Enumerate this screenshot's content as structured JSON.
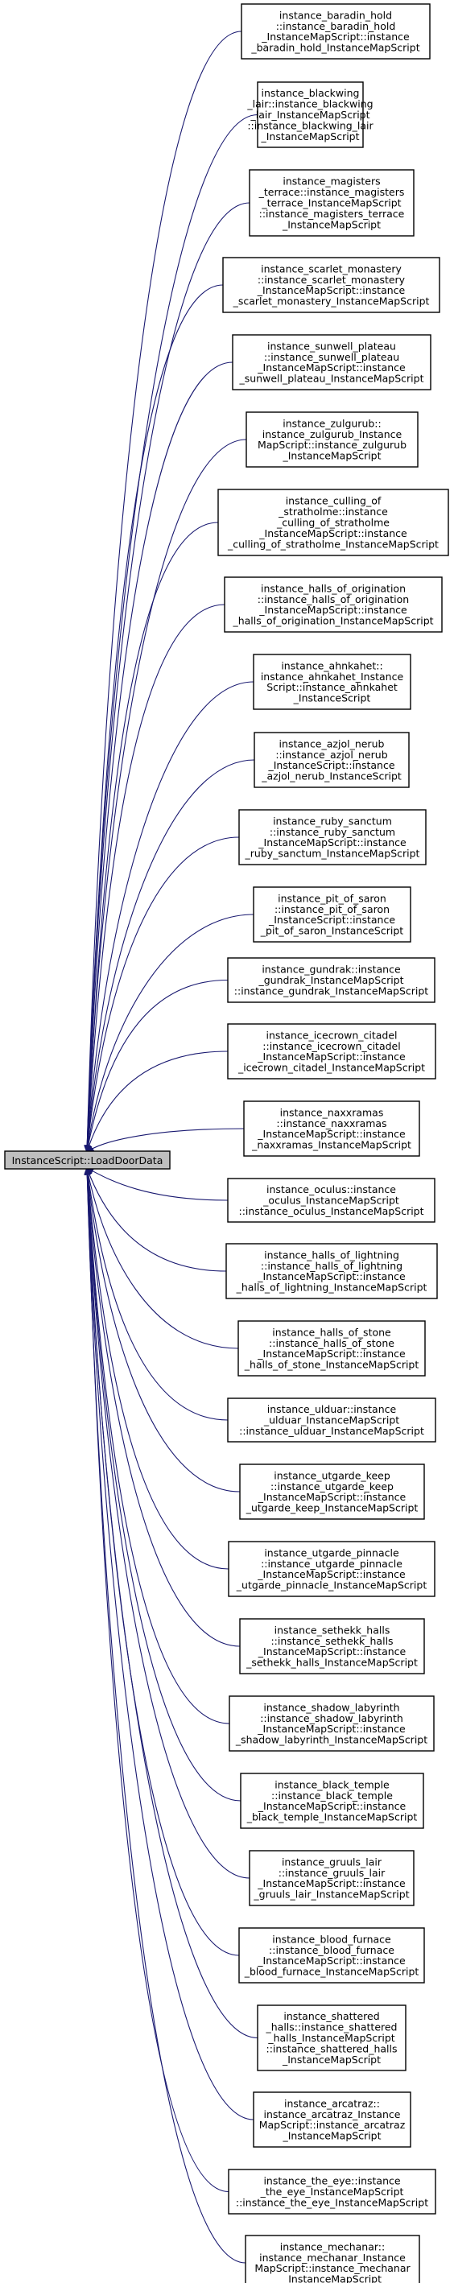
{
  "root": {
    "label": "InstanceScript::LoadDoorData"
  },
  "colors": {
    "edge": "#191970",
    "root_fill": "#bfbfbf",
    "node_fill": "#ffffff",
    "border": "#000000"
  },
  "nodes": [
    {
      "lines": [
        "instance_baradin_hold",
        "::instance_baradin_hold",
        "_InstanceMapScript::instance",
        "_baradin_hold_InstanceMapScript"
      ]
    },
    {
      "lines": [
        "instance_blackwing",
        "_lair::instance_blackwing",
        "_lair_InstanceMapScript",
        "::instance_blackwing_lair",
        "_InstanceMapScript"
      ]
    },
    {
      "lines": [
        "instance_magisters",
        "_terrace::instance_magisters",
        "_terrace_InstanceMapScript",
        "::instance_magisters_terrace",
        "_InstanceMapScript"
      ]
    },
    {
      "lines": [
        "instance_scarlet_monastery",
        "::instance_scarlet_monastery",
        "_InstanceMapScript::instance",
        "_scarlet_monastery_InstanceMapScript"
      ]
    },
    {
      "lines": [
        "instance_sunwell_plateau",
        "::instance_sunwell_plateau",
        "_InstanceMapScript::instance",
        "_sunwell_plateau_InstanceMapScript"
      ]
    },
    {
      "lines": [
        "instance_zulgurub::",
        "instance_zulgurub_Instance",
        "MapScript::instance_zulgurub",
        "_InstanceMapScript"
      ]
    },
    {
      "lines": [
        "instance_culling_of",
        "_stratholme::instance",
        "_culling_of_stratholme",
        "_InstanceMapScript::instance",
        "_culling_of_stratholme_InstanceMapScript"
      ]
    },
    {
      "lines": [
        "instance_halls_of_origination",
        "::instance_halls_of_origination",
        "_InstanceMapScript::instance",
        "_halls_of_origination_InstanceMapScript"
      ]
    },
    {
      "lines": [
        "instance_ahnkahet::",
        "instance_ahnkahet_Instance",
        "Script::instance_ahnkahet",
        "_InstanceScript"
      ]
    },
    {
      "lines": [
        "instance_azjol_nerub",
        "::instance_azjol_nerub",
        "_InstanceScript::instance",
        "_azjol_nerub_InstanceScript"
      ]
    },
    {
      "lines": [
        "instance_ruby_sanctum",
        "::instance_ruby_sanctum",
        "_InstanceMapScript::instance",
        "_ruby_sanctum_InstanceMapScript"
      ]
    },
    {
      "lines": [
        "instance_pit_of_saron",
        "::instance_pit_of_saron",
        "_InstanceScript::instance",
        "_pit_of_saron_InstanceScript"
      ]
    },
    {
      "lines": [
        "instance_gundrak::instance",
        "_gundrak_InstanceMapScript",
        "::instance_gundrak_InstanceMapScript"
      ]
    },
    {
      "lines": [
        "instance_icecrown_citadel",
        "::instance_icecrown_citadel",
        "_InstanceMapScript::instance",
        "_icecrown_citadel_InstanceMapScript"
      ]
    },
    {
      "lines": [
        "instance_naxxramas",
        "::instance_naxxramas",
        "_InstanceMapScript::instance",
        "_naxxramas_InstanceMapScript"
      ]
    },
    {
      "lines": [
        "instance_oculus::instance",
        "_oculus_InstanceMapScript",
        "::instance_oculus_InstanceMapScript"
      ]
    },
    {
      "lines": [
        "instance_halls_of_lightning",
        "::instance_halls_of_lightning",
        "_InstanceMapScript::instance",
        "_halls_of_lightning_InstanceMapScript"
      ]
    },
    {
      "lines": [
        "instance_halls_of_stone",
        "::instance_halls_of_stone",
        "_InstanceMapScript::instance",
        "_halls_of_stone_InstanceMapScript"
      ]
    },
    {
      "lines": [
        "instance_ulduar::instance",
        "_ulduar_InstanceMapScript",
        "::instance_ulduar_InstanceMapScript"
      ]
    },
    {
      "lines": [
        "instance_utgarde_keep",
        "::instance_utgarde_keep",
        "_InstanceMapScript::instance",
        "_utgarde_keep_InstanceMapScript"
      ]
    },
    {
      "lines": [
        "instance_utgarde_pinnacle",
        "::instance_utgarde_pinnacle",
        "_InstanceMapScript::instance",
        "_utgarde_pinnacle_InstanceMapScript"
      ]
    },
    {
      "lines": [
        "instance_sethekk_halls",
        "::instance_sethekk_halls",
        "_InstanceMapScript::instance",
        "_sethekk_halls_InstanceMapScript"
      ]
    },
    {
      "lines": [
        "instance_shadow_labyrinth",
        "::instance_shadow_labyrinth",
        "_InstanceMapScript::instance",
        "_shadow_labyrinth_InstanceMapScript"
      ]
    },
    {
      "lines": [
        "instance_black_temple",
        "::instance_black_temple",
        "_InstanceMapScript::instance",
        "_black_temple_InstanceMapScript"
      ]
    },
    {
      "lines": [
        "instance_gruuls_lair",
        "::instance_gruuls_lair",
        "_InstanceMapScript::instance",
        "_gruuls_lair_InstanceMapScript"
      ]
    },
    {
      "lines": [
        "instance_blood_furnace",
        "::instance_blood_furnace",
        "_InstanceMapScript::instance",
        "_blood_furnace_InstanceMapScript"
      ]
    },
    {
      "lines": [
        "instance_shattered",
        "_halls::instance_shattered",
        "_halls_InstanceMapScript",
        "::instance_shattered_halls",
        "_InstanceMapScript"
      ]
    },
    {
      "lines": [
        "instance_arcatraz::",
        "instance_arcatraz_Instance",
        "MapScript::instance_arcatraz",
        "_InstanceMapScript"
      ]
    },
    {
      "lines": [
        "instance_the_eye::instance",
        "_the_eye_InstanceMapScript",
        "::instance_the_eye_InstanceMapScript"
      ]
    },
    {
      "lines": [
        "instance_mechanar::",
        "instance_mechanar_Instance",
        "MapScript::instance_mechanar",
        "_InstanceMapScript"
      ]
    }
  ]
}
